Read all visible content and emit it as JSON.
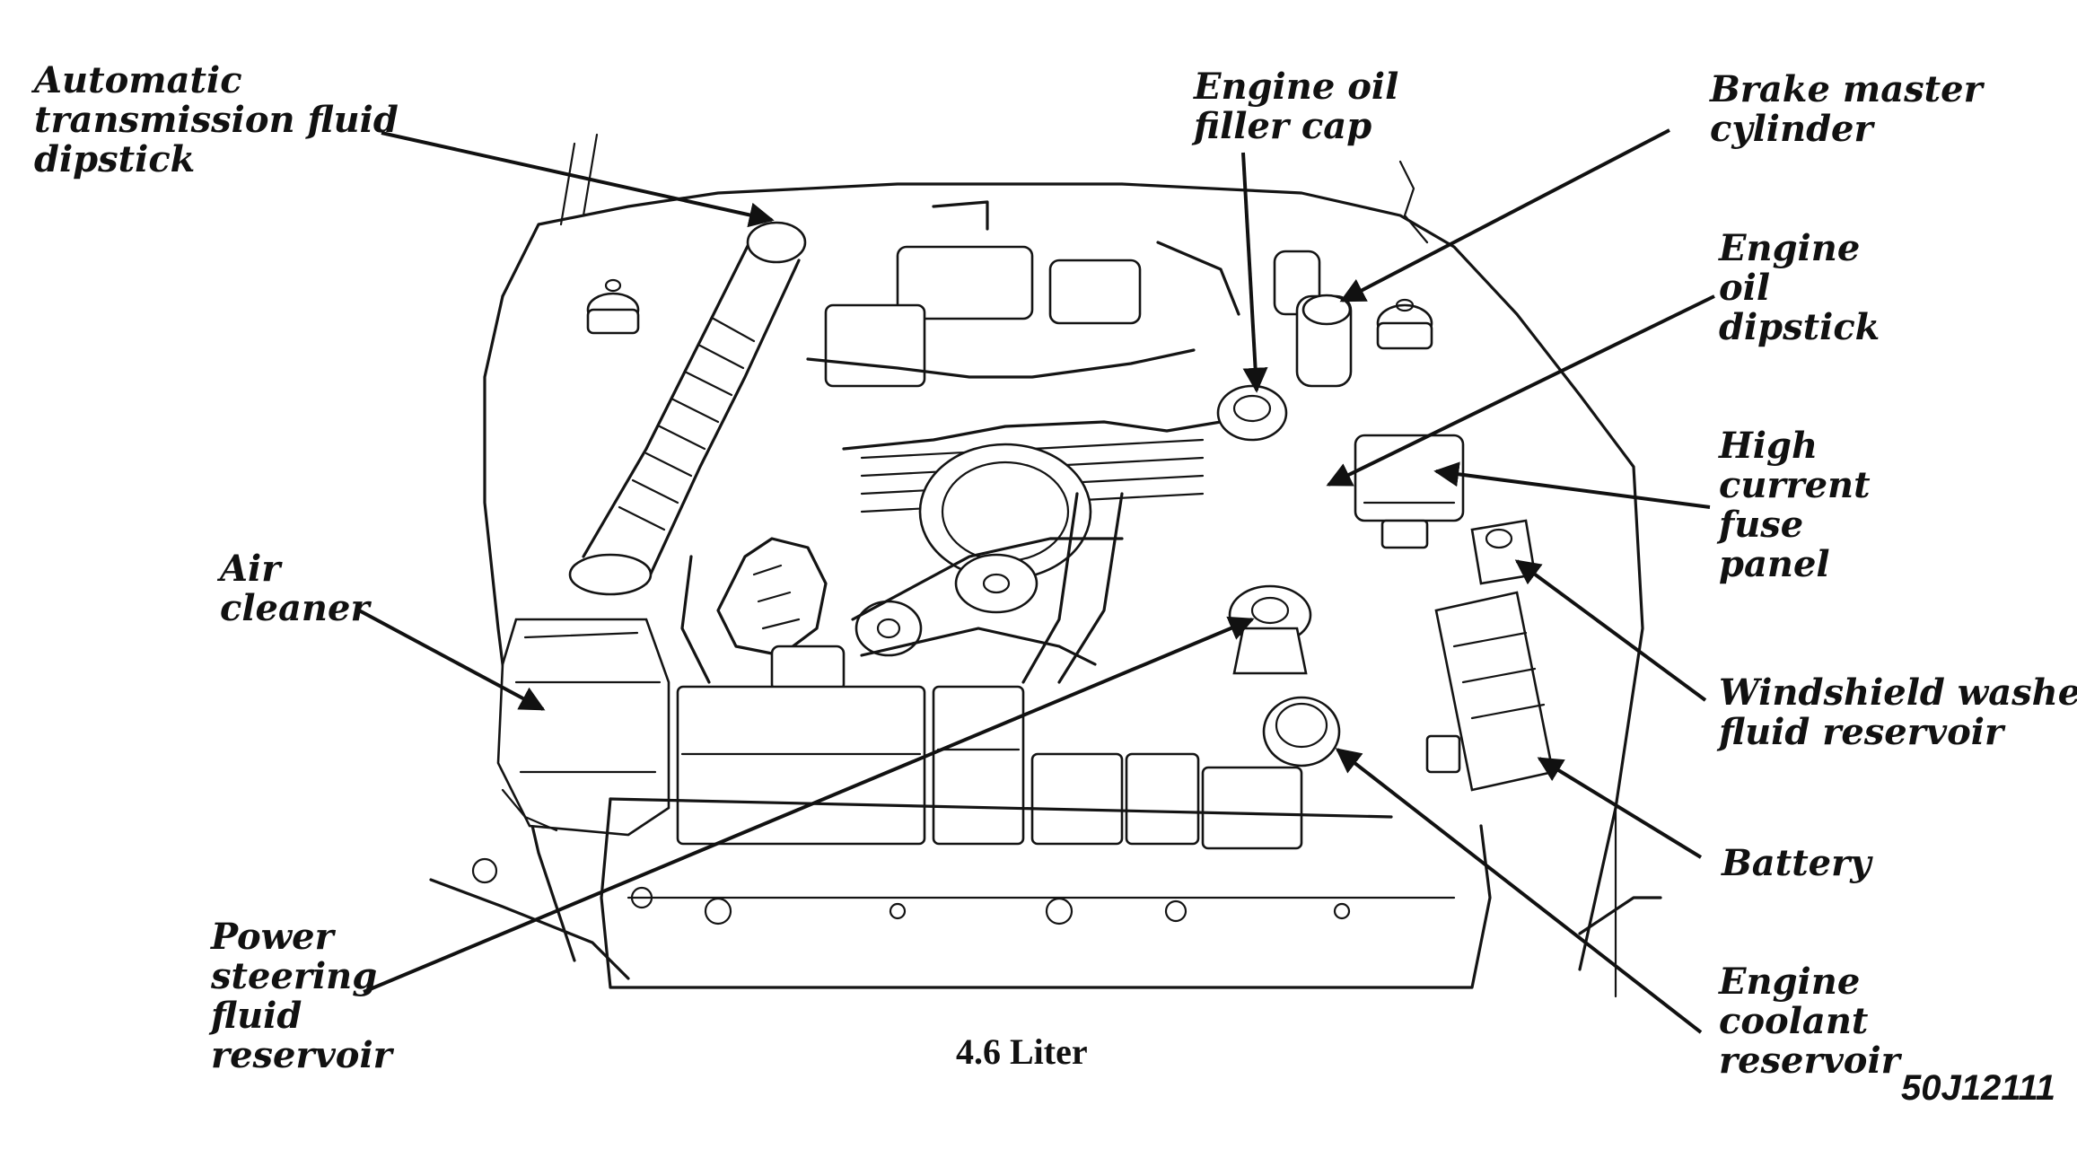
{
  "figure": {
    "caption": "4.6 Liter",
    "code": "50J12111"
  },
  "labels": {
    "atf_dipstick": [
      "Automatic",
      "transmission fluid",
      "dipstick"
    ],
    "oil_filler_cap": [
      "Engine oil",
      "filler cap"
    ],
    "brake_master": [
      "Brake master",
      "cylinder"
    ],
    "oil_dipstick": [
      "Engine",
      "oil",
      "dipstick"
    ],
    "fuse_panel": [
      "High",
      "current",
      "fuse",
      "panel"
    ],
    "air_cleaner": [
      "Air",
      "cleaner"
    ],
    "washer_reservoir": [
      "Windshield washer",
      "fluid reservoir"
    ],
    "battery": [
      "Battery"
    ],
    "power_steering": [
      "Power",
      "steering",
      "fluid",
      "reservoir"
    ],
    "coolant_reservoir": [
      "Engine",
      "coolant",
      "reservoir"
    ]
  }
}
